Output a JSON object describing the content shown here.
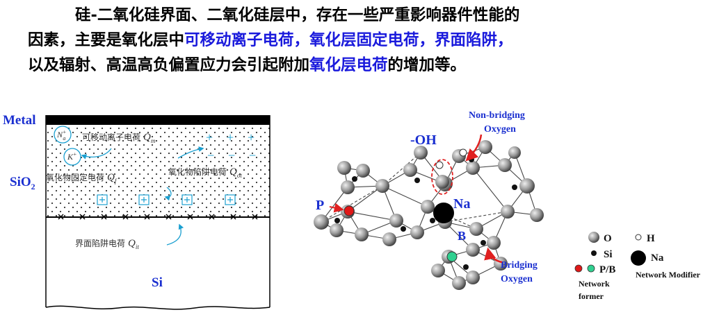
{
  "headline": {
    "line1": "硅-二氧化硅界面、二氧化硅层中，存在一些严重影响器件性能的",
    "line2_a": "因素，主要是氧化层中",
    "line2_b": "可移动离子电荷，氧化层固定电荷，界面陷阱，",
    "line3_a": "以及辐射、高温高负偏置应力会引起附加",
    "line3_b": "氧化层电荷",
    "line3_c": "的增加等。",
    "highlight_color": "#1a1adc"
  },
  "left_diagram": {
    "metal_label": "Metal",
    "sio2_label": "SiO",
    "sio2_sub": "2",
    "si_label": "Si",
    "na_ion": "N",
    "na_sup": "+",
    "na_sub": "a",
    "k_ion": "K",
    "k_sup": "+",
    "mobile_charge_label": "可移动离子电荷",
    "mobile_symbol": "Q",
    "mobile_sub": "m",
    "fixed_charge_label": "氧化物固定电荷",
    "fixed_symbol": "Q",
    "fixed_sub": "f",
    "trapped_charge_label": "氧化物陷阱电荷",
    "trapped_symbol": "Q",
    "trapped_sub": "ot",
    "interface_trap_label": "界面陷阱电荷",
    "interface_symbol": "Q",
    "interface_sub": "it",
    "plus": "+",
    "minus": "−",
    "label_color": "#1a2fd0",
    "accent_color": "#1a9fd0"
  },
  "right_diagram": {
    "oh_label": "-OH",
    "non_bridging_1": "Non-bridging",
    "non_bridging_2": "Oxygen",
    "na_label": "Na",
    "p_label": "P",
    "b_label": "B",
    "bridging_1": "Bridging",
    "bridging_2": "Oxygen",
    "annotation_color": "#1a2fd0",
    "arrow_color": "#e02020"
  },
  "legend": {
    "o_label": "O",
    "h_label": "H",
    "si_label": "Si",
    "na_label": "Na",
    "pb_label": "P/B",
    "network_former_1": "Network",
    "network_former_2": "former",
    "network_modifier": "Network Modifier",
    "p_color": "#e01818",
    "b_color": "#30d090"
  }
}
